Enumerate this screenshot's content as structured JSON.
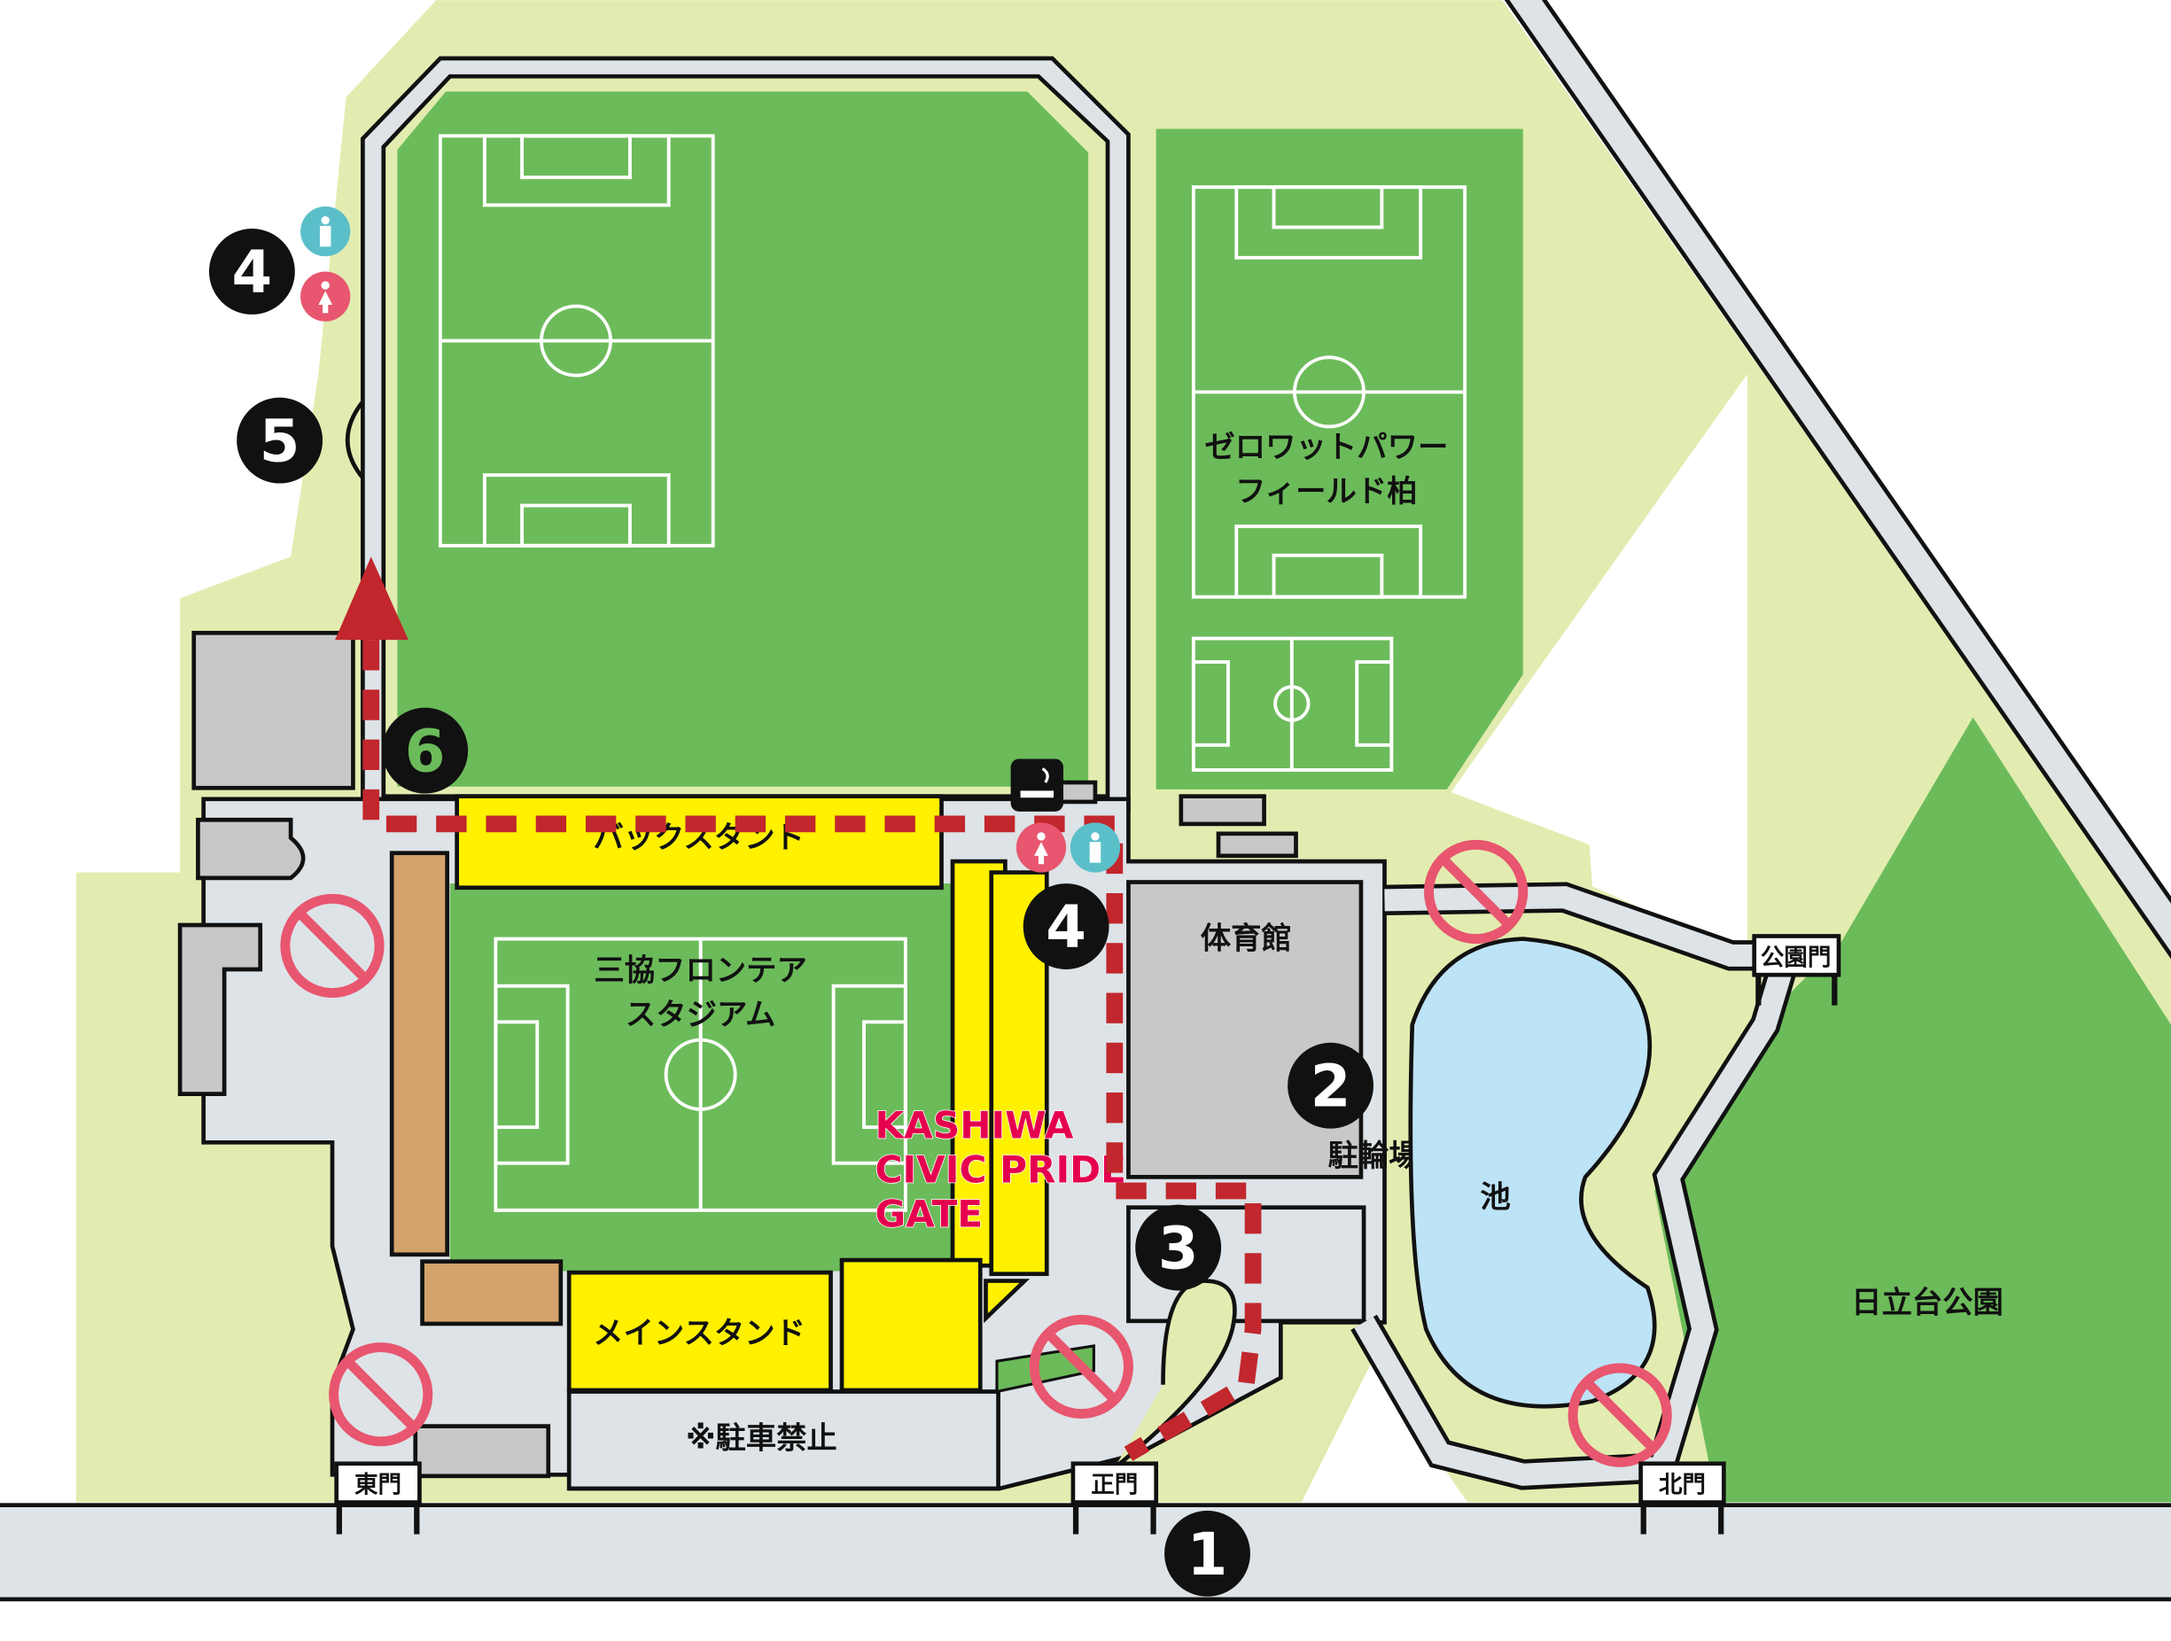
{
  "map": {
    "labels": {
      "back_stand": "バックスタンド",
      "stadium_line1": "三協フロンテア",
      "stadium_line2": "スタジアム",
      "main_stand": "メインスタンド",
      "no_parking": "※駐車禁止",
      "gate_line1": "KASHIWA",
      "gate_line2": "CIVIC PRIDE",
      "gate_line3": "GATE",
      "gym": "体育館",
      "bicycle_parking": "駐輪場",
      "pond": "池",
      "park": "日立台公園",
      "field_line1": "ゼロワットパワー",
      "field_line2": "フィールド柏"
    },
    "gates": {
      "east": "東門",
      "main": "正門",
      "north": "北門",
      "park": "公園門"
    },
    "markers": [
      "1",
      "2",
      "3",
      "4",
      "4",
      "5",
      "6"
    ],
    "icons": [
      "restroom-male-icon",
      "restroom-female-icon",
      "smoking-area-icon",
      "no-entry-icon",
      "route-arrow-icon"
    ],
    "colors": {
      "route": "#c1272d",
      "no_entry": "#e8566f",
      "male": "#5bbfc9",
      "female": "#e8566f",
      "stand": "#fff100",
      "field": "#6cbb5a"
    }
  }
}
